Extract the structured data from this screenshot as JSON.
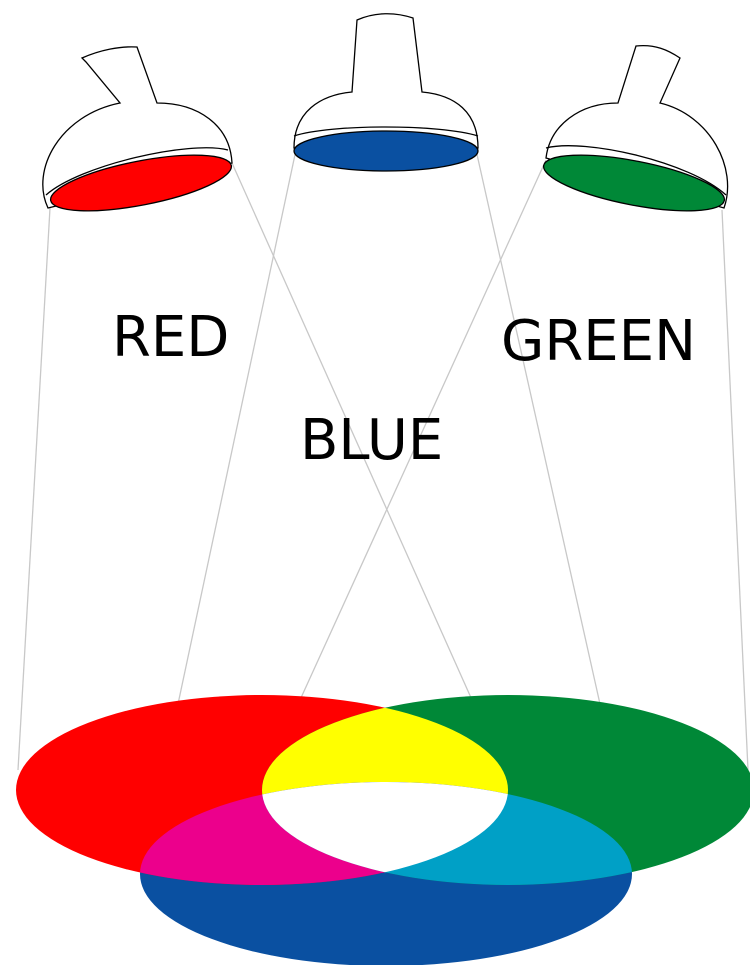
{
  "labels": {
    "red": "RED",
    "blue": "BLUE",
    "green": "GREEN"
  },
  "colors": {
    "red": "#ff0000",
    "green": "#008837",
    "blue": "#0a50a1",
    "yellow": "#ffff00",
    "magenta": "#ec008c",
    "cyan": "#00a0c6",
    "white": "#ffffff",
    "beam_line": "#c8c8c8",
    "outline": "#000000"
  },
  "icons": {
    "red_lamp": "spotlight-icon",
    "blue_lamp": "spotlight-icon",
    "green_lamp": "spotlight-icon"
  }
}
